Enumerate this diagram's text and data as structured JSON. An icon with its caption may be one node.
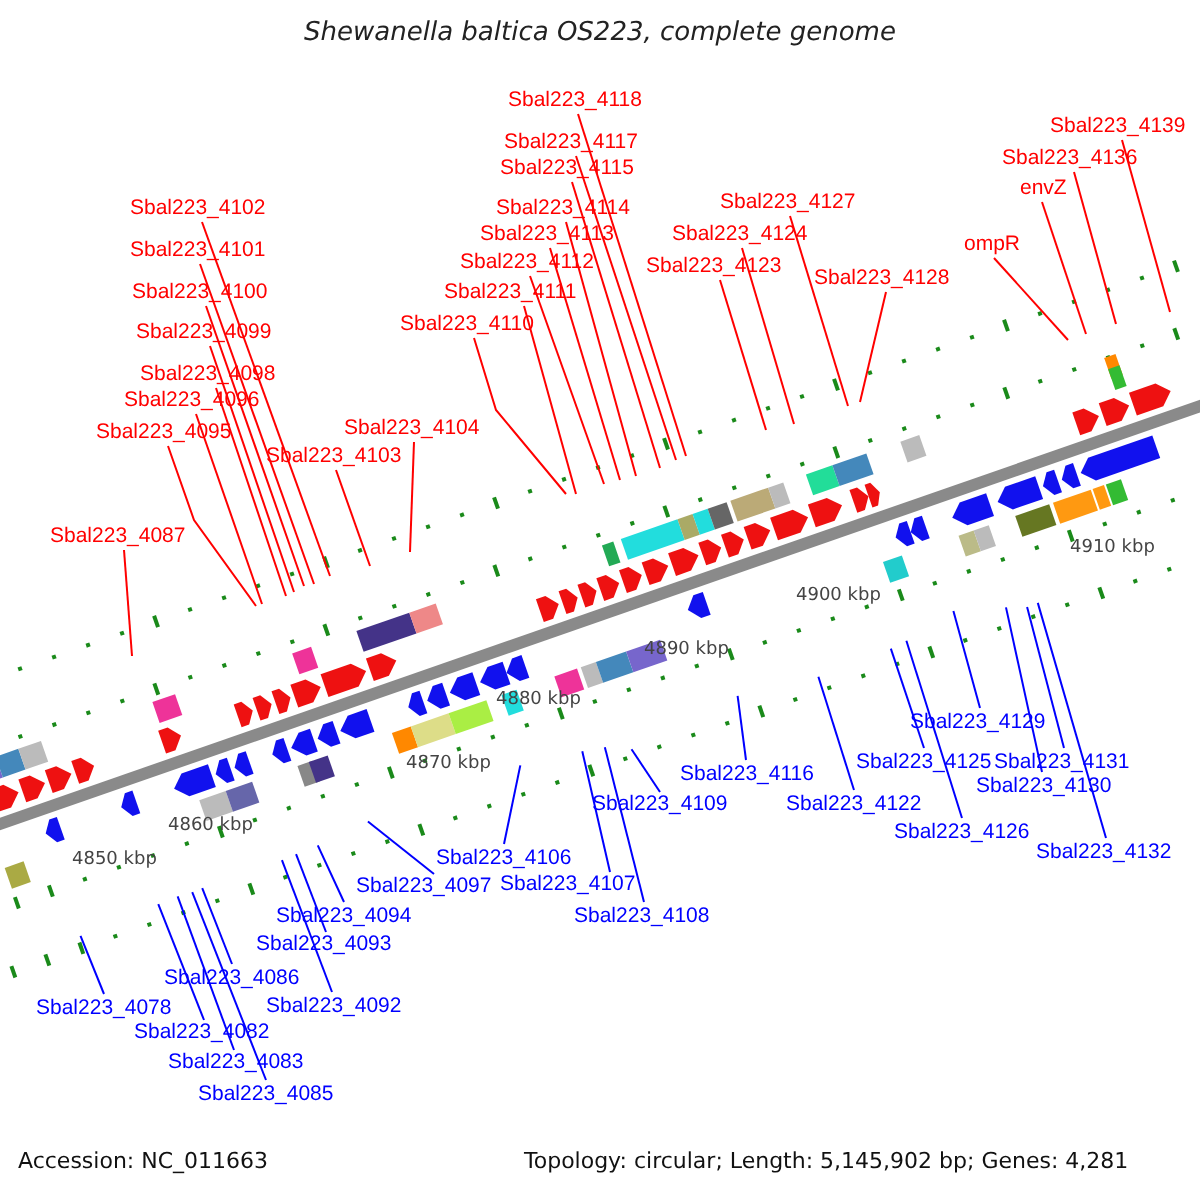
{
  "diagram": {
    "title": "Shewanella baltica OS223, complete genome",
    "nodes": [
      {
        "text": [
          "Sbal223_4118"
        ]
      },
      {
        "text": [
          "Sbal223_4117"
        ]
      },
      {
        "text": [
          "Sbal223_4115"
        ]
      },
      {
        "text": [
          "Sbal223_4114"
        ]
      },
      {
        "text": [
          "Sbal223_4113"
        ]
      },
      {
        "text": [
          "Sbal223_4112"
        ]
      },
      {
        "text": [
          "Sbal223_4111"
        ]
      },
      {
        "text": [
          "Sbal223_4110"
        ]
      },
      {
        "text": [
          "Sbal223_4102"
        ]
      },
      {
        "text": [
          "Sbal223_4101"
        ]
      },
      {
        "text": [
          "Sbal223_4100"
        ]
      },
      {
        "text": [
          "Sbal223_4099"
        ]
      },
      {
        "text": [
          "Sbal223_4098"
        ]
      },
      {
        "text": [
          "Sbal223_4096"
        ]
      },
      {
        "text": [
          "Sbal223_4095"
        ]
      },
      {
        "text": [
          "Sbal223_4104"
        ]
      },
      {
        "text": [
          "Sbal223_4103"
        ]
      },
      {
        "text": [
          "Sbal223_4087"
        ]
      },
      {
        "text": [
          "Sbal223_4139"
        ]
      },
      {
        "text": [
          "Sbal223_4136"
        ]
      },
      {
        "text": [
          "envZ"
        ]
      },
      {
        "text": [
          "ompR"
        ]
      },
      {
        "text": [
          "Sbal223_4127"
        ]
      },
      {
        "text": [
          "Sbal223_4124"
        ]
      },
      {
        "text": [
          "Sbal223_4123"
        ]
      },
      {
        "text": [
          "Sbal223_4128"
        ]
      },
      {
        "text": [
          "Sbal223_4116"
        ]
      },
      {
        "text": [
          "Sbal223_4129"
        ]
      },
      {
        "text": [
          "Sbal223_4125"
        ]
      },
      {
        "text": [
          "Sbal223_4131"
        ]
      },
      {
        "text": [
          "Sbal223_4130"
        ]
      },
      {
        "text": [
          "Sbal223_4109"
        ]
      },
      {
        "text": [
          "Sbal223_4122"
        ]
      },
      {
        "text": [
          "Sbal223_4126"
        ]
      },
      {
        "text": [
          "Sbal223_4132"
        ]
      },
      {
        "text": [
          "Sbal223_4106"
        ]
      },
      {
        "text": [
          "Sbal223_4097"
        ]
      },
      {
        "text": [
          "Sbal223_4107"
        ]
      },
      {
        "text": [
          "Sbal223_4094"
        ]
      },
      {
        "text": [
          "Sbal223_4093"
        ]
      },
      {
        "text": [
          "Sbal223_4108"
        ]
      },
      {
        "text": [
          "Sbal223_4086"
        ]
      },
      {
        "text": [
          "Sbal223_4078"
        ]
      },
      {
        "text": [
          "Sbal223_4092"
        ]
      },
      {
        "text": [
          "Sbal223_4082"
        ]
      },
      {
        "text": [
          "Sbal223_4083"
        ]
      },
      {
        "text": [
          "Sbal223_4085"
        ]
      }
    ],
    "edges": [
      {
        "from": 0,
        "to": null,
        "arrow": "none"
      },
      {
        "from": 1,
        "to": null,
        "arrow": "none"
      },
      {
        "from": 2,
        "to": null,
        "arrow": "none"
      },
      {
        "from": 3,
        "to": null,
        "arrow": "none"
      },
      {
        "from": 4,
        "to": null,
        "arrow": "none"
      },
      {
        "from": 5,
        "to": null,
        "arrow": "none"
      },
      {
        "from": 6,
        "to": null,
        "arrow": "none"
      },
      {
        "from": 7,
        "to": null,
        "arrow": "none"
      },
      {
        "from": 8,
        "to": null,
        "arrow": "none"
      },
      {
        "from": 9,
        "to": null,
        "arrow": "none"
      },
      {
        "from": 10,
        "to": null,
        "arrow": "none"
      },
      {
        "from": 11,
        "to": null,
        "arrow": "none"
      },
      {
        "from": 12,
        "to": null,
        "arrow": "none"
      },
      {
        "from": 13,
        "to": null,
        "arrow": "none"
      },
      {
        "from": 14,
        "to": null,
        "arrow": "none"
      },
      {
        "from": 15,
        "to": null,
        "arrow": "none"
      },
      {
        "from": 16,
        "to": null,
        "arrow": "none"
      },
      {
        "from": 17,
        "to": null,
        "arrow": "none"
      },
      {
        "from": 18,
        "to": null,
        "arrow": "none"
      },
      {
        "from": 19,
        "to": null,
        "arrow": "none"
      },
      {
        "from": 20,
        "to": null,
        "arrow": "none"
      },
      {
        "from": 21,
        "to": null,
        "arrow": "none"
      },
      {
        "from": 22,
        "to": null,
        "arrow": "none"
      },
      {
        "from": 23,
        "to": null,
        "arrow": "none"
      },
      {
        "from": 24,
        "to": null,
        "arrow": "none"
      },
      {
        "from": 25,
        "to": null,
        "arrow": "none"
      },
      {
        "from": 26,
        "to": null,
        "arrow": "none",
        "color": "#0000ff"
      },
      {
        "from": 27,
        "to": null,
        "arrow": "none",
        "color": "#0000ff"
      },
      {
        "from": 28,
        "to": null,
        "arrow": "none",
        "color": "#0000ff"
      },
      {
        "from": 29,
        "to": null,
        "arrow": "none",
        "color": "#0000ff"
      },
      {
        "from": 30,
        "to": null,
        "arrow": "none",
        "color": "#0000ff"
      },
      {
        "from": 31,
        "to": null,
        "arrow": "none",
        "color": "#0000ff"
      },
      {
        "from": 32,
        "to": null,
        "arrow": "none",
        "color": "#0000ff"
      },
      {
        "from": 33,
        "to": null,
        "arrow": "none",
        "color": "#0000ff"
      },
      {
        "from": 34,
        "to": null,
        "arrow": "none",
        "color": "#0000ff"
      },
      {
        "from": 35,
        "to": null,
        "arrow": "none",
        "color": "#0000ff"
      },
      {
        "from": 36,
        "to": null,
        "arrow": "none",
        "color": "#0000ff"
      },
      {
        "from": 37,
        "to": null,
        "arrow": "none",
        "color": "#0000ff"
      },
      {
        "from": 38,
        "to": null,
        "arrow": "none",
        "color": "#0000ff"
      },
      {
        "from": 39,
        "to": null,
        "arrow": "none",
        "color": "#0000ff"
      },
      {
        "from": 40,
        "to": null,
        "arrow": "none",
        "color": "#0000ff"
      },
      {
        "from": 41,
        "to": null,
        "arrow": "none",
        "color": "#0000ff"
      },
      {
        "from": 42,
        "to": null,
        "arrow": "none",
        "color": "#0000ff"
      },
      {
        "from": 43,
        "to": null,
        "arrow": "none",
        "color": "#0000ff"
      },
      {
        "from": 44,
        "to": null,
        "arrow": "none",
        "color": "#0000ff"
      },
      {
        "from": 45,
        "to": null,
        "arrow": "none",
        "color": "#0000ff"
      },
      {
        "from": 46,
        "to": null,
        "arrow": "none",
        "color": "#0000ff"
      }
    ],
    "labels": [
      "4850 kbp",
      "4860 kbp",
      "4870 kbp",
      "4880 kbp",
      "4890 kbp",
      "4900 kbp",
      "4910 kbp",
      "Accession: NC_011663",
      "Topology: circular; Length: 5,145,902 bp; Genes: 4,281"
    ]
  }
}
